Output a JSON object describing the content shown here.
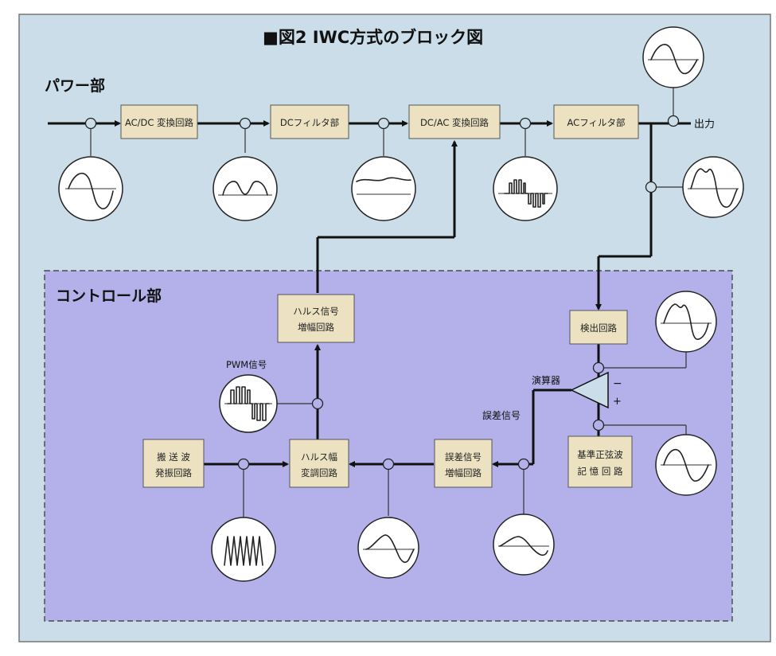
{
  "title": "■図2 IWC方式のブロック図",
  "sections": {
    "power": "パワー部",
    "control": "コントロール部"
  },
  "blocks": {
    "acdc": "AC/DC 変換回路",
    "dcfilter": "DCフィルタ部",
    "dcac": "DC/AC 変換回路",
    "acfilter": "ACフィルタ部",
    "pulse_amp": [
      "ハルス信号",
      "増幅回路"
    ],
    "detect": "検出回路",
    "carrier": [
      "搬 送 波",
      "発振回路"
    ],
    "pwm_mod": [
      "ハルス幅",
      "変調回路"
    ],
    "err_amp": [
      "誤差信号",
      "増幅回路"
    ],
    "ref_sine": [
      "基準正弦波",
      "記 憶 回 路"
    ]
  },
  "labels": {
    "output": "出力",
    "pwm_signal": "PWM信号",
    "calculator": "演算器",
    "error_signal": "誤差信号",
    "minus": "−",
    "plus": "+"
  },
  "colors": {
    "background": "#cbdde8",
    "control_area": "#b3b0ea",
    "block_fill": "#ece2c2",
    "line": "#111111"
  }
}
